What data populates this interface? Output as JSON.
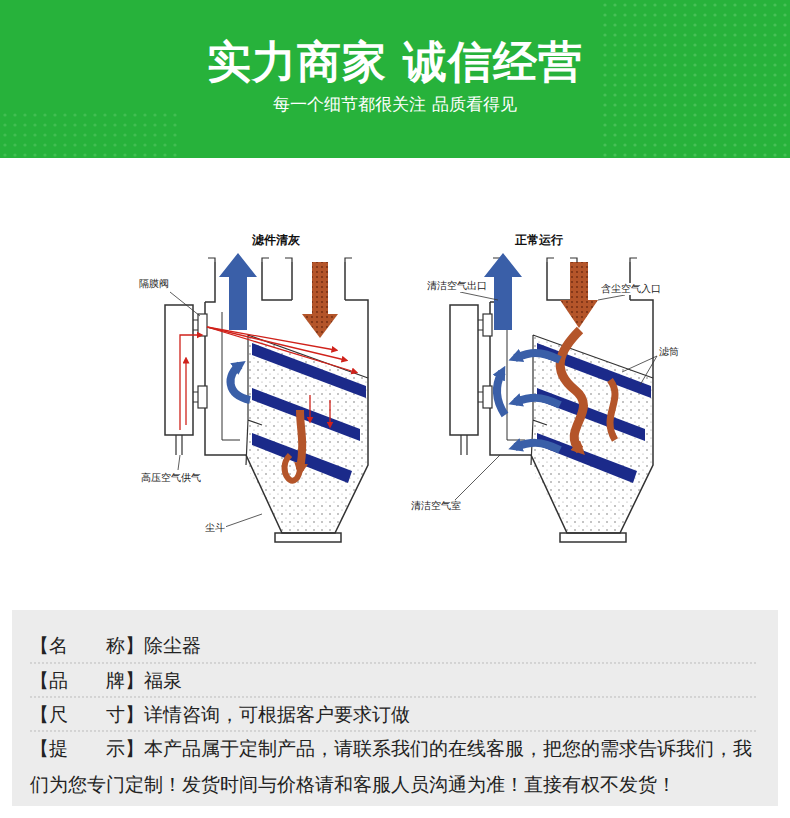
{
  "diagram": {
    "title": "实力商家 诚信经营",
    "labels": [
      "每一个细节都很关注 品质看得见",
      "滤件清灰",
      "隔膜阀",
      "高压空气供气",
      "尘斗",
      "正常运行",
      "清洁空气出口",
      "含尘空气入口",
      "滤筒",
      "清洁空气室",
      "【名　　称】除尘器",
      "【品　　牌】福泉",
      "【尺　　寸】详情咨询，可根据客户要求订做",
      "【提　　示】本产品属于定制产品，请联系我们的在线客服，把您的需求告诉我们，我们为您专门定制！发货时间与价格请和客服人员沟通为准！直接有权不发货！"
    ]
  }
}
